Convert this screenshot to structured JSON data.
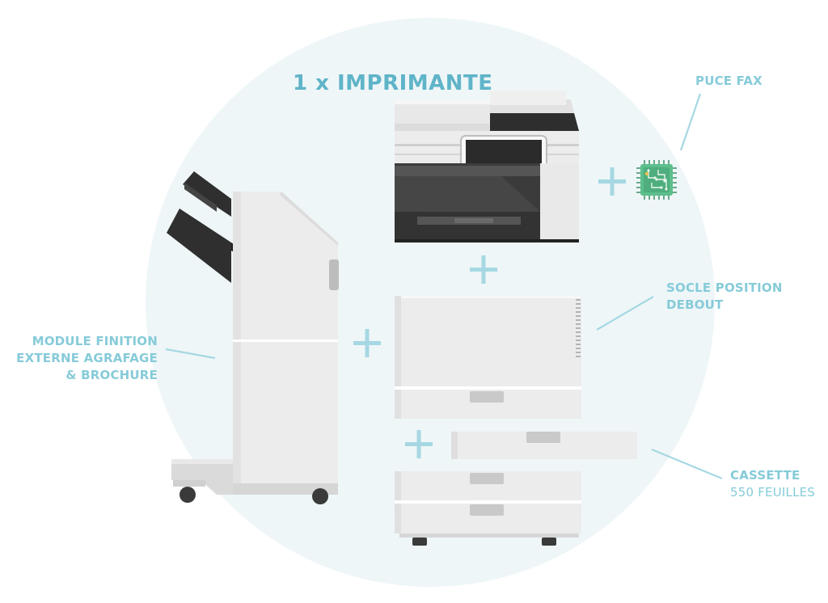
{
  "title": "1 x IMPRIMANTE",
  "labels": {
    "fax": "PUCE FAX",
    "socle_line1": "SOCLE POSITION",
    "socle_line2": "DEBOUT",
    "finisher_line1": "MODULE FINITION",
    "finisher_line2": "EXTERNE AGRAFAGE",
    "finisher_line3": "& BROCHURE",
    "cassette_line1": "CASSETTE",
    "cassette_line2": "550 FEUILLES"
  },
  "colors": {
    "accent": "#86cbd9",
    "title": "#5fb4c8",
    "background_circle": "#eef6f8",
    "device_light": "#ececec",
    "device_dark": "#3a3a3a",
    "chip": "#5cbf8c"
  },
  "icons": [
    "plus-icon",
    "fax-chip-icon",
    "printer-illustration",
    "finisher-illustration",
    "pedestal-illustration",
    "cassette-illustration"
  ]
}
